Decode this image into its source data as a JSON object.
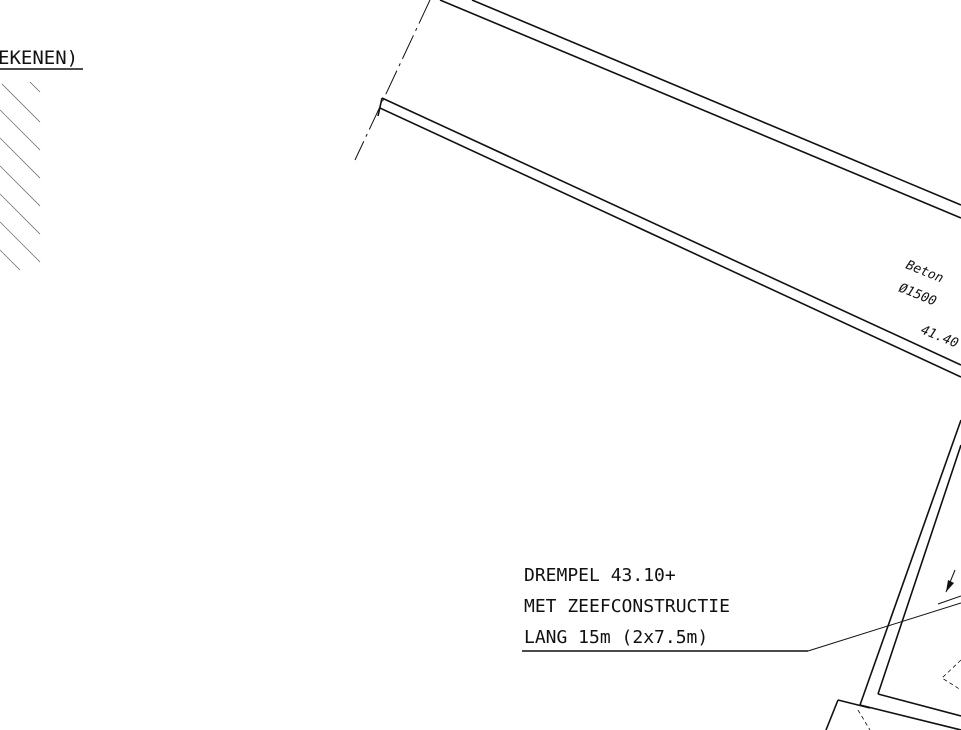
{
  "drawing": {
    "top_left_label": "EKENEN)",
    "pipe_material": "Beton",
    "pipe_diameter": "Ø1500",
    "pipe_level": "41.40",
    "callout_line1": "DREMPEL 43.10+",
    "callout_line2": "MET ZEEFCONSTRUCTIE",
    "callout_line3": "LANG 15m (2x7.5m)"
  },
  "colors": {
    "ink": "#111111",
    "background": "#ffffff"
  }
}
